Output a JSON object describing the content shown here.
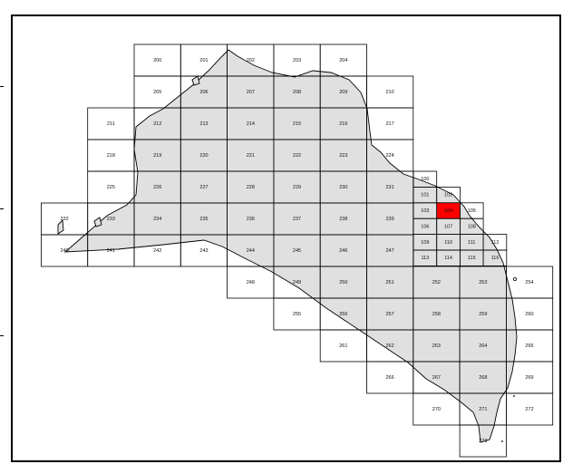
{
  "map": {
    "highlight_color": "#ff0000",
    "land_fill": "#e0e0e0",
    "highlighted_tile": "104",
    "tiles_large": [
      {
        "id": "200",
        "c": 0,
        "r": 0
      },
      {
        "id": "201",
        "c": 1,
        "r": 0
      },
      {
        "id": "202",
        "c": 2,
        "r": 0
      },
      {
        "id": "203",
        "c": 3,
        "r": 0
      },
      {
        "id": "204",
        "c": 4,
        "r": 0
      },
      {
        "id": "205",
        "c": 0,
        "r": 1
      },
      {
        "id": "206",
        "c": 1,
        "r": 1
      },
      {
        "id": "207",
        "c": 2,
        "r": 1
      },
      {
        "id": "208",
        "c": 3,
        "r": 1
      },
      {
        "id": "209",
        "c": 4,
        "r": 1
      },
      {
        "id": "210",
        "c": 5,
        "r": 1
      },
      {
        "id": "211",
        "c": -1,
        "r": 2
      },
      {
        "id": "212",
        "c": 0,
        "r": 2
      },
      {
        "id": "213",
        "c": 1,
        "r": 2
      },
      {
        "id": "214",
        "c": 2,
        "r": 2
      },
      {
        "id": "215",
        "c": 3,
        "r": 2
      },
      {
        "id": "216",
        "c": 4,
        "r": 2
      },
      {
        "id": "217",
        "c": 5,
        "r": 2
      },
      {
        "id": "218",
        "c": -1,
        "r": 3
      },
      {
        "id": "219",
        "c": 0,
        "r": 3
      },
      {
        "id": "220",
        "c": 1,
        "r": 3
      },
      {
        "id": "221",
        "c": 2,
        "r": 3
      },
      {
        "id": "222",
        "c": 3,
        "r": 3
      },
      {
        "id": "223",
        "c": 4,
        "r": 3
      },
      {
        "id": "224",
        "c": 5,
        "r": 3
      },
      {
        "id": "225",
        "c": -1,
        "r": 4
      },
      {
        "id": "226",
        "c": 0,
        "r": 4
      },
      {
        "id": "227",
        "c": 1,
        "r": 4
      },
      {
        "id": "228",
        "c": 2,
        "r": 4
      },
      {
        "id": "229",
        "c": 3,
        "r": 4
      },
      {
        "id": "230",
        "c": 4,
        "r": 4
      },
      {
        "id": "231",
        "c": 5,
        "r": 4
      },
      {
        "id": "232",
        "c": -2,
        "r": 5
      },
      {
        "id": "233",
        "c": -1,
        "r": 5
      },
      {
        "id": "234",
        "c": 0,
        "r": 5
      },
      {
        "id": "235",
        "c": 1,
        "r": 5
      },
      {
        "id": "236",
        "c": 2,
        "r": 5
      },
      {
        "id": "237",
        "c": 3,
        "r": 5
      },
      {
        "id": "238",
        "c": 4,
        "r": 5
      },
      {
        "id": "239",
        "c": 5,
        "r": 5
      },
      {
        "id": "240",
        "c": -2,
        "r": 6
      },
      {
        "id": "241",
        "c": -1,
        "r": 6
      },
      {
        "id": "242",
        "c": 0,
        "r": 6
      },
      {
        "id": "243",
        "c": 1,
        "r": 6
      },
      {
        "id": "244",
        "c": 2,
        "r": 6
      },
      {
        "id": "245",
        "c": 3,
        "r": 6
      },
      {
        "id": "246",
        "c": 4,
        "r": 6
      },
      {
        "id": "247",
        "c": 5,
        "r": 6
      },
      {
        "id": "248",
        "c": 2,
        "r": 7
      },
      {
        "id": "249",
        "c": 3,
        "r": 7
      },
      {
        "id": "250",
        "c": 4,
        "r": 7
      },
      {
        "id": "251",
        "c": 5,
        "r": 7
      },
      {
        "id": "252",
        "c": 6,
        "r": 7
      },
      {
        "id": "253",
        "c": 7,
        "r": 7
      },
      {
        "id": "254",
        "c": 8,
        "r": 7
      },
      {
        "id": "255",
        "c": 3,
        "r": 8
      },
      {
        "id": "256",
        "c": 4,
        "r": 8
      },
      {
        "id": "257",
        "c": 5,
        "r": 8
      },
      {
        "id": "258",
        "c": 6,
        "r": 8
      },
      {
        "id": "259",
        "c": 7,
        "r": 8
      },
      {
        "id": "260",
        "c": 8,
        "r": 8
      },
      {
        "id": "261",
        "c": 4,
        "r": 9
      },
      {
        "id": "262",
        "c": 5,
        "r": 9
      },
      {
        "id": "263",
        "c": 6,
        "r": 9
      },
      {
        "id": "264",
        "c": 7,
        "r": 9
      },
      {
        "id": "265",
        "c": 8,
        "r": 9
      },
      {
        "id": "266",
        "c": 5,
        "r": 10
      },
      {
        "id": "267",
        "c": 6,
        "r": 10
      },
      {
        "id": "268",
        "c": 7,
        "r": 10
      },
      {
        "id": "269",
        "c": 8,
        "r": 10
      },
      {
        "id": "270",
        "c": 6,
        "r": 11
      },
      {
        "id": "271",
        "c": 7,
        "r": 11
      },
      {
        "id": "272",
        "c": 8,
        "r": 11
      },
      {
        "id": "273",
        "c": 7,
        "r": 12
      }
    ],
    "tiles_small": [
      {
        "id": "100",
        "c": 0,
        "r": 0
      },
      {
        "id": "101",
        "c": 0,
        "r": 1
      },
      {
        "id": "102",
        "c": 1,
        "r": 1
      },
      {
        "id": "103",
        "c": 0,
        "r": 2
      },
      {
        "id": "104",
        "c": 1,
        "r": 2
      },
      {
        "id": "105",
        "c": 2,
        "r": 2
      },
      {
        "id": "106",
        "c": 0,
        "r": 3
      },
      {
        "id": "107",
        "c": 1,
        "r": 3
      },
      {
        "id": "108",
        "c": 2,
        "r": 3
      },
      {
        "id": "109",
        "c": 0,
        "r": 4
      },
      {
        "id": "110",
        "c": 1,
        "r": 4
      },
      {
        "id": "111",
        "c": 2,
        "r": 4
      },
      {
        "id": "112",
        "c": 3,
        "r": 4
      },
      {
        "id": "113",
        "c": 0,
        "r": 5
      },
      {
        "id": "114",
        "c": 1,
        "r": 5
      },
      {
        "id": "115",
        "c": 2,
        "r": 5
      },
      {
        "id": "116",
        "c": 3,
        "r": 5
      }
    ]
  }
}
